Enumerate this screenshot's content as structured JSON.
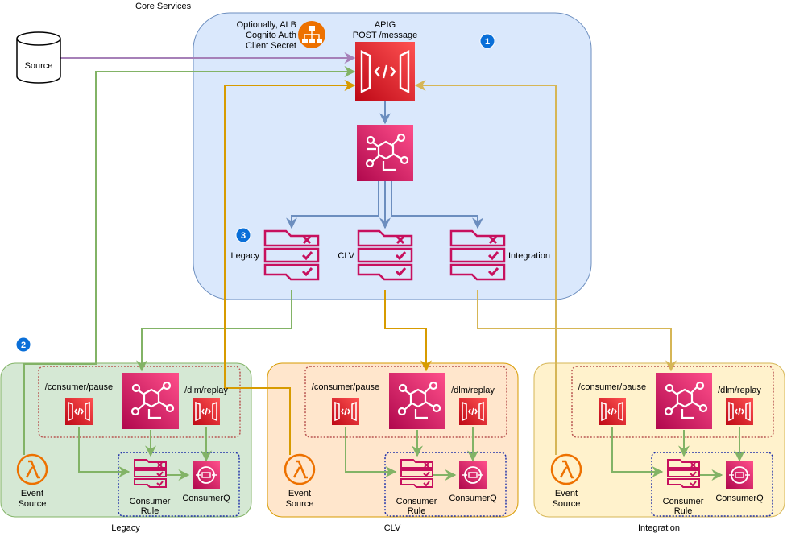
{
  "title": "Core Services",
  "apig": {
    "line1": "APIG",
    "line2": "POST /message"
  },
  "alb_note": {
    "line1": "Optionally, ALB",
    "line2": "Cognito Auth",
    "line3": "Client Secret"
  },
  "source": "Source",
  "badges": {
    "b1": "1",
    "b2": "2",
    "b3": "3"
  },
  "queues": {
    "legacy": "Legacy",
    "clv": "CLV",
    "integration": "Integration"
  },
  "consumer": {
    "pause": "/consumer/pause",
    "replay": "/dlm/replay",
    "rule_line1": "Consumer",
    "rule_line2": "Rule",
    "queue": "ConsumerQ",
    "event_line1": "Event",
    "event_line2": "Source"
  },
  "groups": {
    "legacy": "Legacy",
    "clv": "CLV",
    "integration": "Integration"
  },
  "colors": {
    "core_fill": "#dae8fc",
    "core_stroke": "#6c8ebf",
    "legacy_fill": "#d5e8d4",
    "legacy_stroke": "#82b366",
    "clv_fill": "#ffe6cc",
    "clv_stroke": "#d79b00",
    "int_fill": "#fff2cc",
    "int_stroke": "#d6b656",
    "aws_pink": "#e7157b",
    "aws_orange": "#ed7100",
    "source_arrow": "#a680b8",
    "blue_arrow": "#6c8ebf"
  }
}
